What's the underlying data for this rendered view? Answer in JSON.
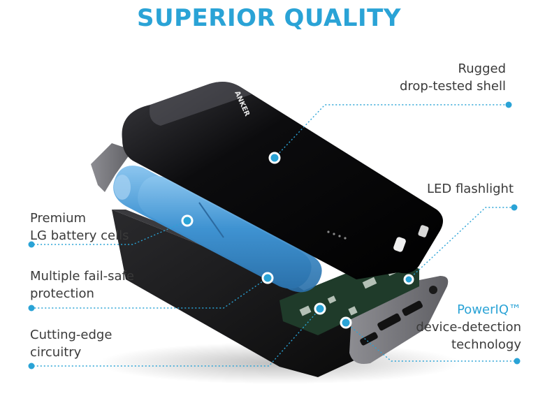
{
  "title": "SUPERIOR QUALITY",
  "brand": "ANKER",
  "callouts": {
    "shell": {
      "line1": "Rugged",
      "line2": "drop-tested shell"
    },
    "flashlight": {
      "line1": "LED flashlight"
    },
    "cells": {
      "line1": "Premium",
      "line2": "LG battery cells"
    },
    "protection": {
      "line1": "Multiple fail-safe",
      "line2": "protection"
    },
    "circuitry": {
      "line1": "Cutting-edge",
      "line2": "circuitry"
    },
    "poweriq": {
      "line1": "PowerIQ™",
      "line2": "device-detection",
      "line3": "technology"
    }
  },
  "colors": {
    "accent": "#2aa3d6",
    "text": "#3a3a3a",
    "shell": "#0d0d0f",
    "cell": "#4f9fd8",
    "board": "#1f3b2a"
  }
}
